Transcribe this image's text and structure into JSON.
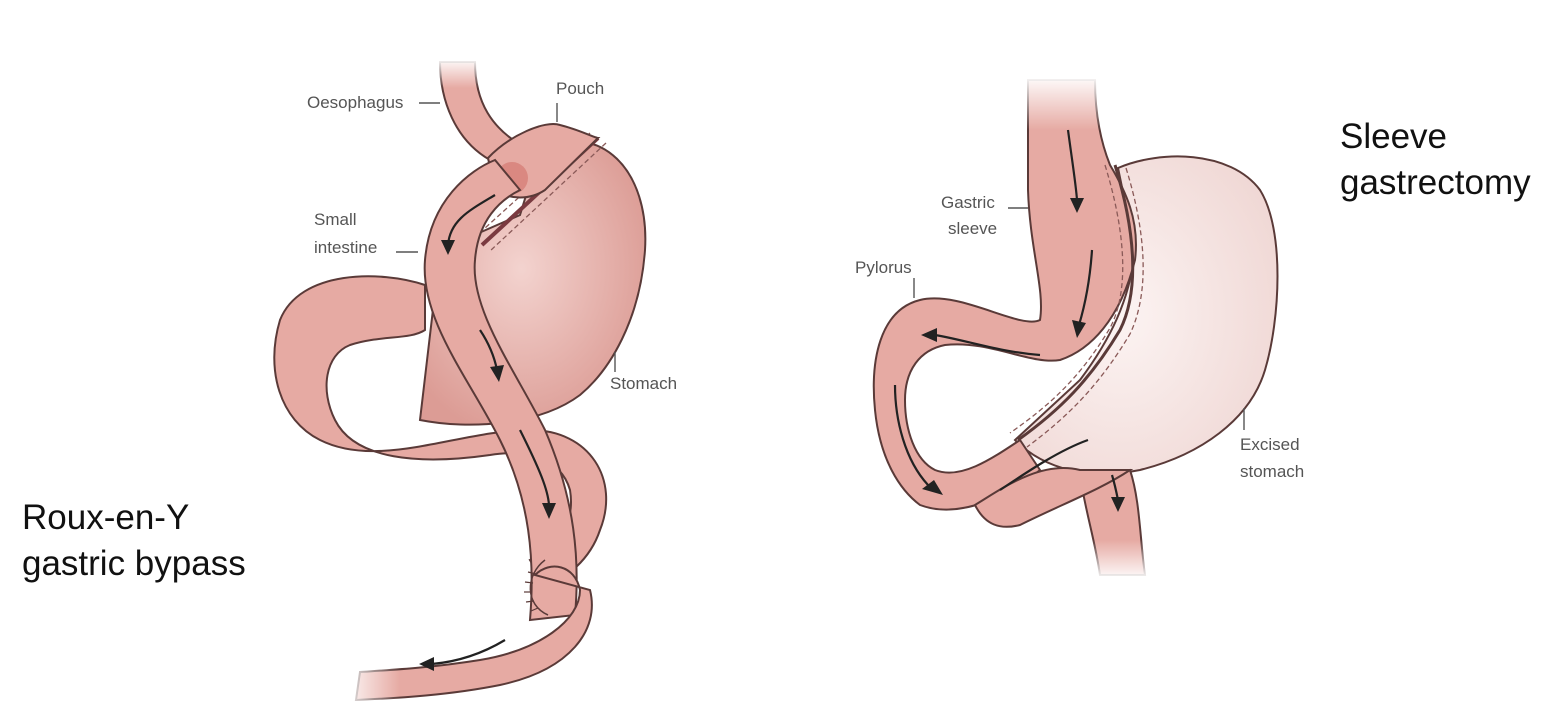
{
  "diagram": {
    "bypass": {
      "caption_line1": "Roux-en-Y",
      "caption_line2": "gastric bypass",
      "labels": {
        "oesophagus": "Oesophagus",
        "pouch": "Pouch",
        "small_intestine_line1": "Small",
        "small_intestine_line2": "intestine",
        "stomach": "Stomach"
      }
    },
    "sleeve": {
      "caption_line1": "Sleeve",
      "caption_line2": "gastrectomy",
      "labels": {
        "gastric_sleeve_line1": "Gastric",
        "gastric_sleeve_line2": "sleeve",
        "pylorus": "Pylorus",
        "excised_line1": "Excised",
        "excised_line2": "stomach"
      }
    },
    "colors": {
      "tissue": "#e6aaa3",
      "tissue_shadow": "#c98680",
      "excised": "#f6e6e4",
      "outline": "#5a3a38"
    }
  }
}
